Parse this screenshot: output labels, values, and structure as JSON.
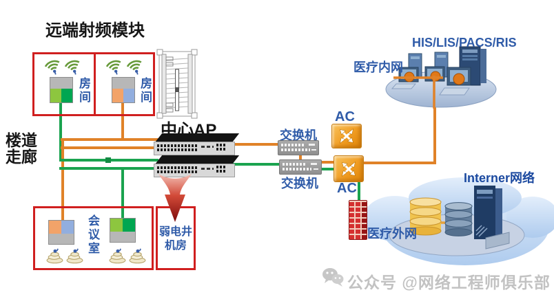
{
  "colors": {
    "red": "#d01f1f",
    "orange": "#e08228",
    "green": "#1aa34f",
    "label_blue": "#2f5ba8",
    "ac_orange": "#f09c22",
    "firewall_red": "#c52626",
    "cloud_blue": "#bcd4f0",
    "watermark_gray": "#bcbcbc"
  },
  "title": "远端射频模块",
  "corridor": {
    "line1": "楼道",
    "line2": "走廊"
  },
  "rooms": [
    {
      "label": "房间"
    },
    {
      "label": "房间"
    }
  ],
  "center_ap_label": "中心AP",
  "switches": [
    {
      "label": "交换机"
    },
    {
      "label": "交换机"
    }
  ],
  "ac_controllers": [
    {
      "label": "AC"
    },
    {
      "label": "AC"
    }
  ],
  "intranet": {
    "label": "医疗内网",
    "systems_label": "HIS/LIS/PACS/RIS"
  },
  "extranet": {
    "label": "医疗外网"
  },
  "internet": {
    "label": "Interner网络"
  },
  "meeting_room": {
    "label": "会议室"
  },
  "shaft_room": {
    "line1": "弱电井",
    "line2": "机房"
  },
  "watermark": {
    "text": "公众号 @网络工程师俱乐部"
  },
  "icons": {
    "wifi_ap": "wifi-fan-green",
    "beacon": "stacked-signal-beacon",
    "ac_router": "crossed-white-arrows",
    "firewall": "red-brick-wall",
    "down_arrow": "red-funnel-arrow",
    "wechat": "wechat-chat-bubbles"
  }
}
